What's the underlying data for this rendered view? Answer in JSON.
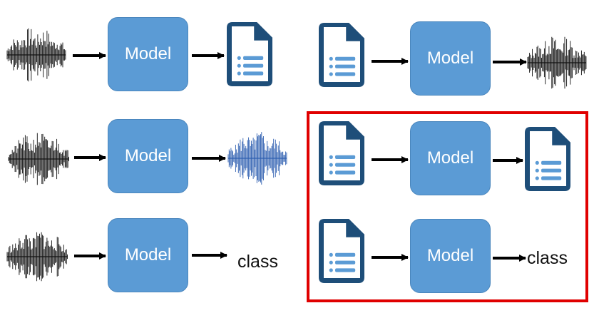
{
  "diagram": {
    "model_label": "Model",
    "class_label": "class",
    "colors": {
      "model_fill": "#5b9bd5",
      "document_fill": "#1e4e79",
      "document_accent": "#5b9bd5",
      "waveform_dark": "#111111",
      "waveform_blue": "#2e5fb0",
      "arrow": "#000000",
      "highlight": "#e00000"
    },
    "rows": [
      {
        "input": "audio-waveform-icon",
        "output": "document-icon"
      },
      {
        "input": "document-icon",
        "output": "audio-waveform-icon"
      },
      {
        "input": "audio-waveform-icon",
        "output": "audio-waveform-icon"
      },
      {
        "input": "document-icon",
        "output": "document-icon",
        "highlighted": true
      },
      {
        "input": "audio-waveform-icon",
        "output": "class"
      },
      {
        "input": "document-icon",
        "output": "class",
        "highlighted": true
      }
    ]
  }
}
